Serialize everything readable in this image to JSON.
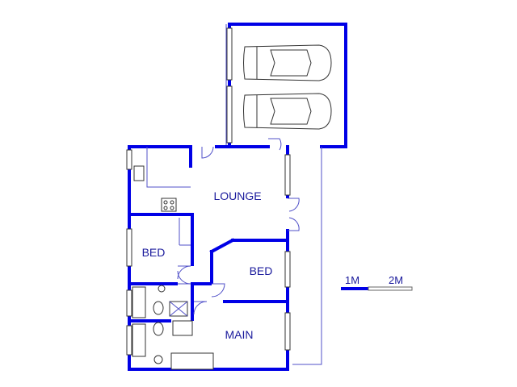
{
  "rooms": {
    "lounge": "LOUNGE",
    "bed1": "BED",
    "bed2": "BED",
    "main": "MAIN"
  },
  "scale": {
    "label1": "1M",
    "label2": "2M"
  },
  "colors": {
    "wall": "#0000e6",
    "label": "#1a1a9c"
  }
}
